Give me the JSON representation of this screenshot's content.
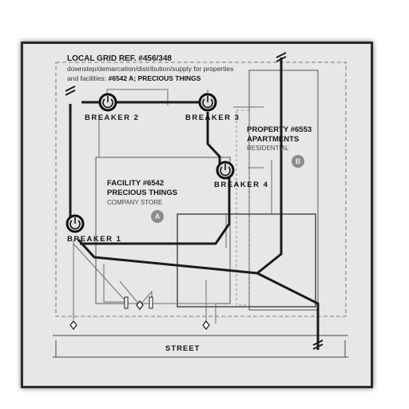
{
  "header": {
    "grid_ref": "LOCAL GRID REF. #456/348",
    "desc_line1": "downstep/demarcation/distribution/supply for properties",
    "desc_line2_prefix": "and facilities: ",
    "desc_line2_bold": "#6542 A; PRECIOUS THINGS"
  },
  "breakers": [
    {
      "label": "BREAKER 1"
    },
    {
      "label": "BREAKER 2"
    },
    {
      "label": "BREAKER 3"
    },
    {
      "label": "BREAKER 4"
    }
  ],
  "facility_a": {
    "line1": "FACILITY #6542",
    "line2": "PRECIOUS THINGS",
    "type": "COMPANY STORE",
    "badge": "A"
  },
  "property_b": {
    "line1": "PROPERTY #6553",
    "line2": "APARTMENTS",
    "type": "RESIDENTIAL",
    "badge": "B"
  },
  "street": "STREET",
  "icons": [
    "power-switch-icon",
    "diamond-node-icon",
    "wire-break-icon"
  ],
  "colors": {
    "paper": "#e6e7e6",
    "ink": "#1b1b1b",
    "grey_line": "#6e6e6e",
    "badge": "#8a8a8a"
  }
}
